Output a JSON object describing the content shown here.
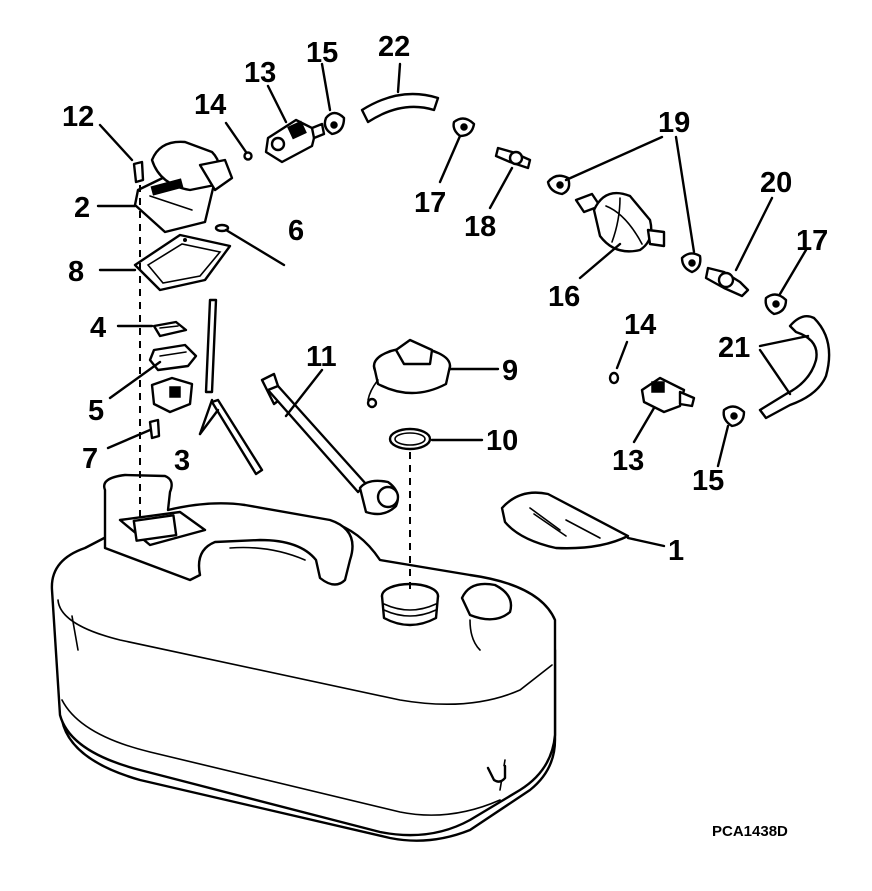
{
  "diagram": {
    "figure_code": "PCA1438D",
    "callouts": [
      {
        "id": "c1",
        "text": "1"
      },
      {
        "id": "c2",
        "text": "2"
      },
      {
        "id": "c3",
        "text": "3"
      },
      {
        "id": "c4",
        "text": "4"
      },
      {
        "id": "c5",
        "text": "5"
      },
      {
        "id": "c6",
        "text": "6"
      },
      {
        "id": "c7",
        "text": "7"
      },
      {
        "id": "c8",
        "text": "8"
      },
      {
        "id": "c9",
        "text": "9"
      },
      {
        "id": "c10",
        "text": "10"
      },
      {
        "id": "c11",
        "text": "11"
      },
      {
        "id": "c12",
        "text": "12"
      },
      {
        "id": "c13a",
        "text": "13"
      },
      {
        "id": "c13b",
        "text": "13"
      },
      {
        "id": "c14a",
        "text": "14"
      },
      {
        "id": "c14b",
        "text": "14"
      },
      {
        "id": "c15a",
        "text": "15"
      },
      {
        "id": "c15b",
        "text": "15"
      },
      {
        "id": "c16",
        "text": "16"
      },
      {
        "id": "c17a",
        "text": "17"
      },
      {
        "id": "c17b",
        "text": "17"
      },
      {
        "id": "c18",
        "text": "18"
      },
      {
        "id": "c19",
        "text": "19"
      },
      {
        "id": "c20",
        "text": "20"
      },
      {
        "id": "c21",
        "text": "21"
      },
      {
        "id": "c22",
        "text": "22"
      }
    ]
  }
}
